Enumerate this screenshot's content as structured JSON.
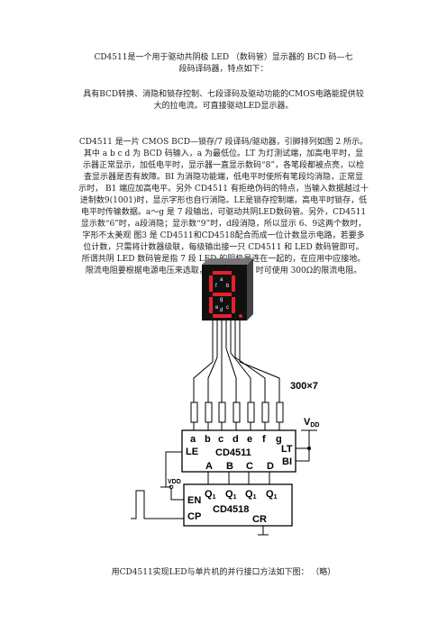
{
  "intro": {
    "line1": "CD4511是一个用于驱动共阴极 LED （数码管）显示器的 BCD 码—七",
    "line2": "段码译码器，特点如下："
  },
  "features": {
    "line1": "具有BCD转换、消隐和锁存控制、七段译码及驱动功能的CMOS电路能提供较",
    "line2": "大的拉电流。可直接驱动LED显示器。"
  },
  "description": {
    "lines": [
      "CD4511 是一片 CMOS BCD—锁存/7 段译码/驱动器，引脚排列如图 2 所示。",
      "其中 a b c d 为 BCD 码输入，a 为最低位。LT 为灯测试端，加高电平时，显",
      "示器正常显示，加低电平时，显示器一直显示数码“8”，各笔段都被点亮，以检",
      "查显示器是否有故障。BI 为消隐功能端，低电平时使所有笔段均消隐，正常显",
      "示时， B1 端应加高电平。另外 CD4511 有拒绝伪码的特点，当输入数据越过十",
      "进制数9(1001)时，显示字形也自行消隐。LE是锁存控制端，高电平时锁存，低",
      "电平时传输数据。a～g 是 7 段输出，可驱动共阴LED数码管。另外，CD4511",
      "显示数“6”时，a段消隐；显示数“9”时，d段消隐，所以显示 6、9这两个数时，",
      "字形不太美观  图3 是 CD4511和CD4518配合而成一位计数显示电路，若要多",
      "位计数，只需将计数器级联，每级输出接一只 CD4511 和 LED 数码管即可。",
      "所谓共阴 LED 数码管是指 7 段 LED 的阴极是连在一起的，在应用中应接地。",
      "限流电阻要根据电源电压来选取，电源电压 5V 时可使用 300Ω的限流电阻。"
    ]
  },
  "circuit": {
    "segments": [
      "a",
      "f",
      "g",
      "b",
      "e",
      "c",
      "d"
    ],
    "resistor_label": "300×7",
    "vdd_right": "V",
    "vdd_right_sub": "DD",
    "cd4511": {
      "outputs": [
        "a",
        "b",
        "c",
        "d",
        "e",
        "f",
        "g"
      ],
      "name": "CD4511",
      "left_pin": "LE",
      "right_pins": [
        "LT",
        "BI"
      ],
      "inputs": [
        "A",
        "B",
        "C",
        "D"
      ]
    },
    "cd4518": {
      "vdd_label": "VDD",
      "outputs": [
        "Q",
        "Q",
        "Q",
        "Q"
      ],
      "output_subs": [
        "1",
        "1",
        "1",
        "1"
      ],
      "name": "CD4518",
      "left_pins": [
        "EN",
        "CP"
      ],
      "right_pin": "CR"
    },
    "colors": {
      "led_body": "#111111",
      "segment_on": "#e8202a",
      "wire": "#000000"
    }
  },
  "caption": "用CD4511实现LED与单片机的并行接口方法如下图：    （略）"
}
